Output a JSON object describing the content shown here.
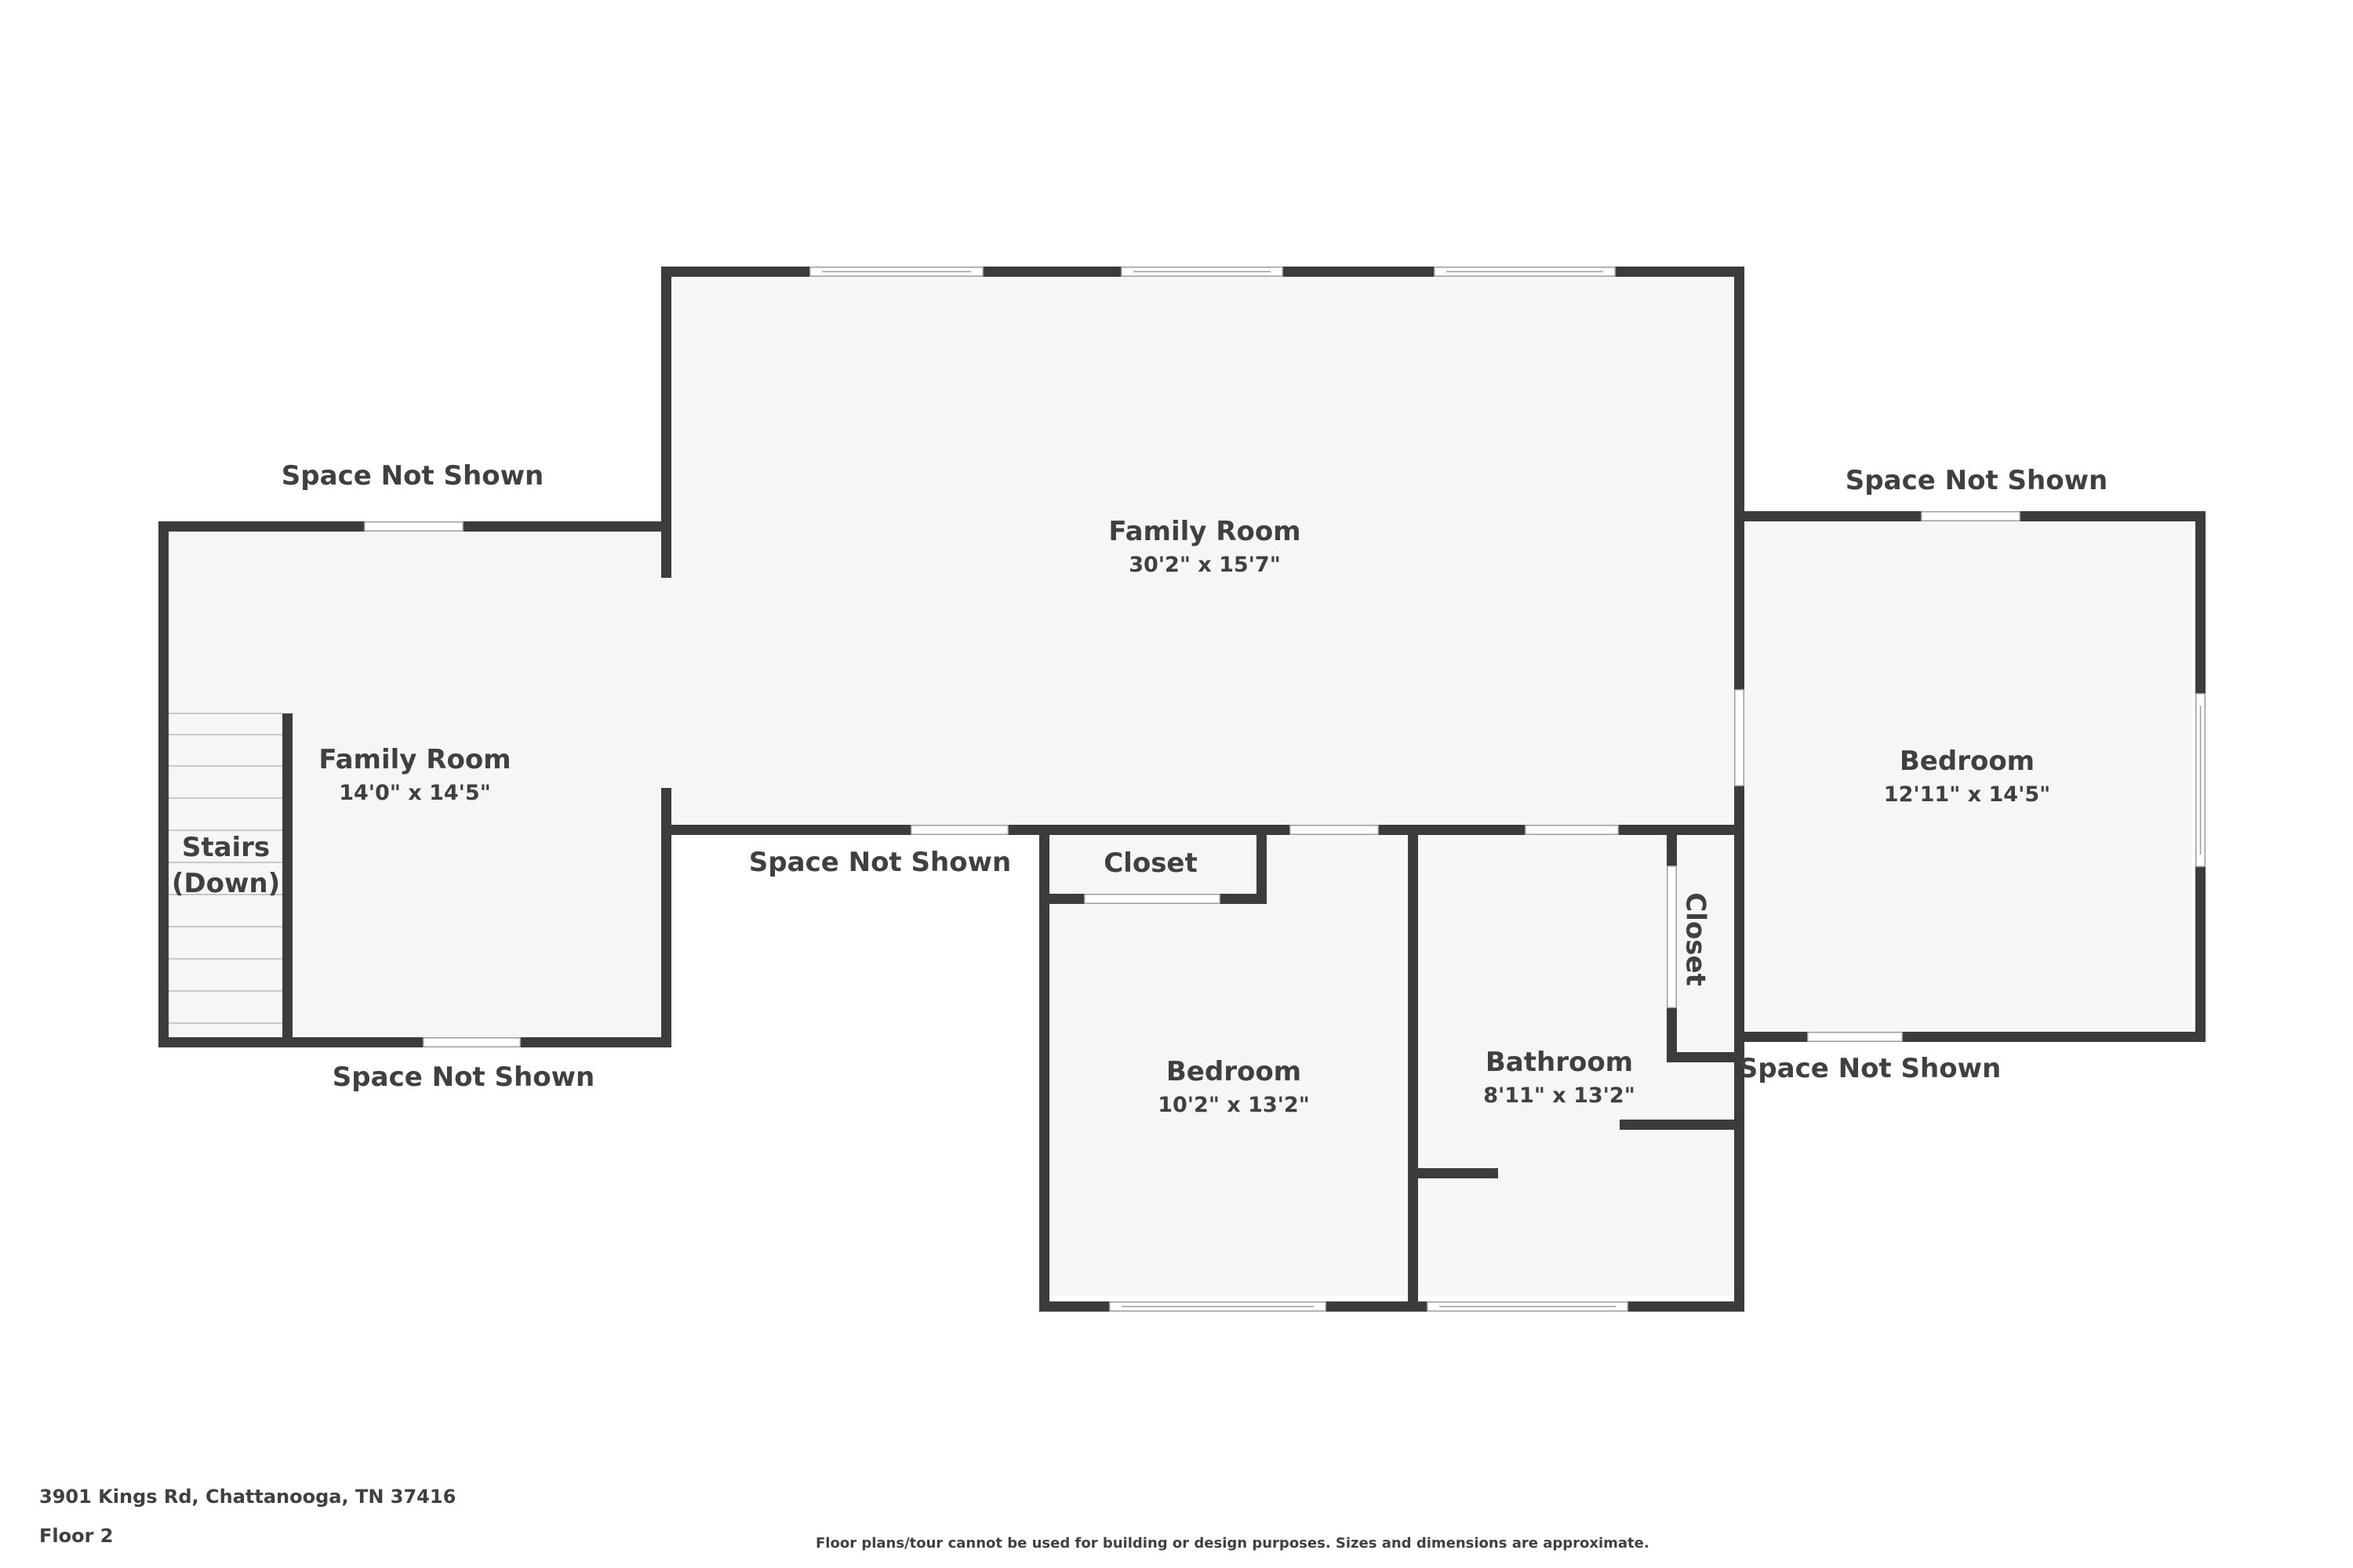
{
  "rooms": {
    "family_room_main": {
      "name": "Family Room",
      "dims": "30'2\" x 15'7\""
    },
    "family_room_west": {
      "name": "Family Room",
      "dims": "14'0\" x 14'5\""
    },
    "stairs": {
      "name_line1": "Stairs",
      "name_line2": "(Down)"
    },
    "closet_south": {
      "name": "Closet"
    },
    "bedroom_south": {
      "name": "Bedroom",
      "dims": "10'2\" x 13'2\""
    },
    "bathroom": {
      "name": "Bathroom",
      "dims": "8'11\" x 13'2\""
    },
    "closet_bath": {
      "name": "Closet"
    },
    "bedroom_east": {
      "name": "Bedroom",
      "dims": "12'11\" x 14'5\""
    }
  },
  "outside_labels": {
    "west_top": "Space Not Shown",
    "west_bottom": "Space Not Shown",
    "center_bottom": "Space Not Shown",
    "east_top": "Space Not Shown",
    "east_bottom": "Space Not Shown"
  },
  "footer": {
    "address": "3901 Kings Rd, Chattanooga, TN 37416",
    "floor": "Floor 2",
    "disclaimer": "Floor plans/tour cannot be used for building or design purposes. Sizes and dimensions are approximate."
  },
  "colors": {
    "wall": "#3c3c3c",
    "floor": "#f6f6f6",
    "text": "#404040"
  }
}
